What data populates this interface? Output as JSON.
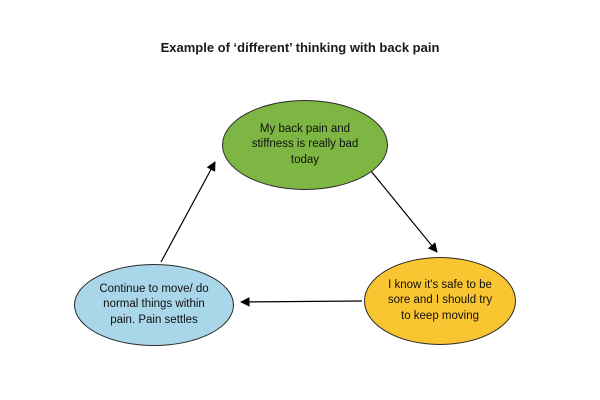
{
  "title": "Example of ‘different’ thinking with back pain",
  "diagram": {
    "nodes": [
      {
        "id": "pain-bad",
        "label": "My back pain and stiffness is really bad today",
        "color": "#7db642"
      },
      {
        "id": "safe-to-move",
        "label": "I know it's safe to be sore and I should try to keep moving",
        "color": "#f9c531"
      },
      {
        "id": "pain-settles",
        "label": "Continue to move/ do normal things within pain. Pain settles",
        "color": "#a9d6e9"
      }
    ],
    "edges": [
      {
        "from": "pain-bad",
        "to": "safe-to-move"
      },
      {
        "from": "safe-to-move",
        "to": "pain-settles"
      },
      {
        "from": "pain-settles",
        "to": "pain-bad"
      }
    ],
    "arrow_color": "#000000"
  }
}
